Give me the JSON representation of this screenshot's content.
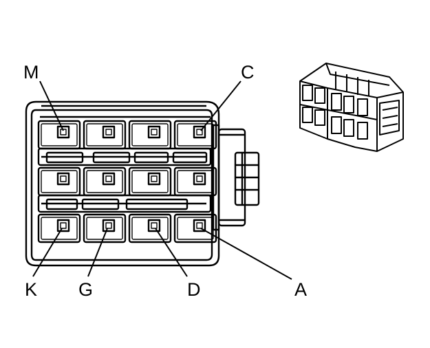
{
  "diagram": {
    "kind": "connector-face-view",
    "pin_labels": {
      "m": "M",
      "c": "C",
      "k": "K",
      "g": "G",
      "d": "D",
      "a": "A"
    },
    "colors": {
      "line": "#000000",
      "background": "#ffffff"
    }
  }
}
